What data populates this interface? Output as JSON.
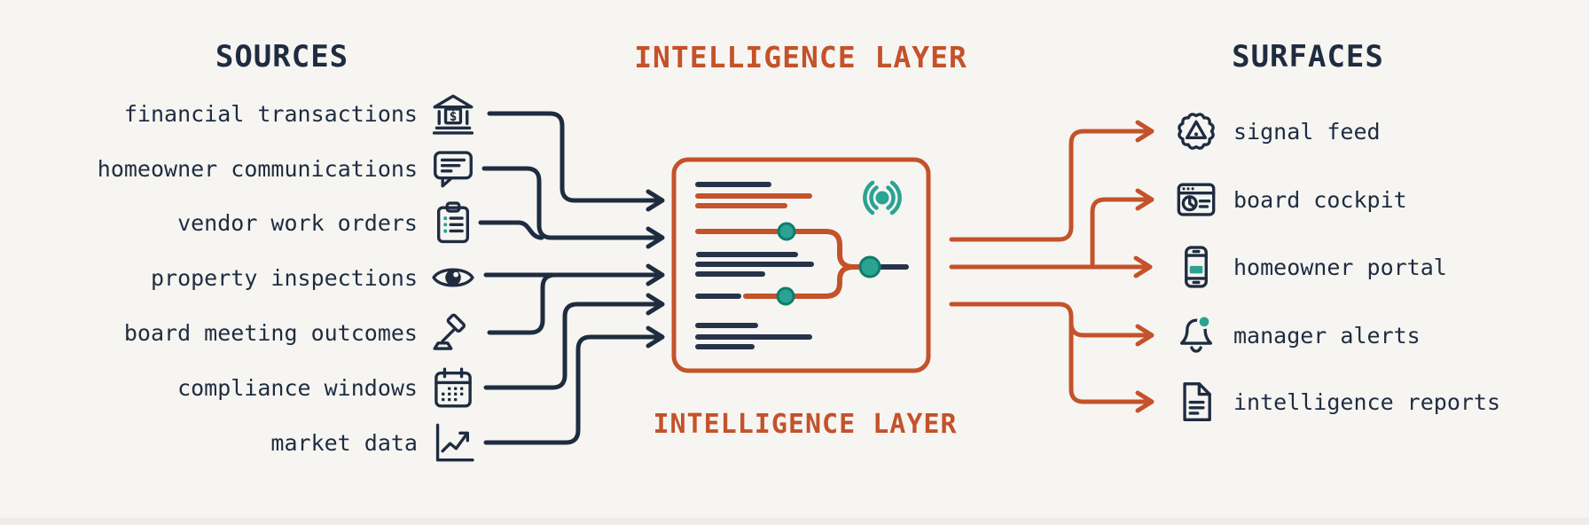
{
  "colors": {
    "background": "#f6f5f2",
    "navy": "#1f2c40",
    "orange": "#c4522a",
    "teal": "#2aa392",
    "teal_dark": "#0f7c6c"
  },
  "sources": {
    "title": "SOURCES",
    "items": [
      {
        "label": "financial transactions",
        "icon": "bank-icon"
      },
      {
        "label": "homeowner communications",
        "icon": "speech-bubble-icon"
      },
      {
        "label": "vendor work orders",
        "icon": "clipboard-checklist-icon"
      },
      {
        "label": "property inspections",
        "icon": "eye-icon"
      },
      {
        "label": "board meeting outcomes",
        "icon": "gavel-icon"
      },
      {
        "label": "compliance windows",
        "icon": "calendar-icon"
      },
      {
        "label": "market data",
        "icon": "trend-chart-icon"
      }
    ]
  },
  "intelligence": {
    "title_top": "INTELLIGENCE LAYER",
    "title_bottom": "INTELLIGENCE LAYER"
  },
  "surfaces": {
    "title": "SURFACES",
    "items": [
      {
        "label": "signal feed",
        "icon": "alert-badge-icon"
      },
      {
        "label": "board cockpit",
        "icon": "dashboard-window-icon"
      },
      {
        "label": "homeowner portal",
        "icon": "smartphone-icon"
      },
      {
        "label": "manager alerts",
        "icon": "bell-notification-icon"
      },
      {
        "label": "intelligence reports",
        "icon": "report-document-icon"
      }
    ]
  },
  "flow": {
    "source_groups_into_layer": [
      [
        "financial transactions"
      ],
      [
        "homeowner communications",
        "vendor work orders"
      ],
      [
        "property inspections",
        "board meeting outcomes"
      ],
      [
        "compliance windows"
      ],
      [
        "market data"
      ]
    ],
    "layer_outputs_to_surfaces": [
      [
        "signal feed"
      ],
      [
        "board cockpit",
        "homeowner portal"
      ],
      [
        "manager alerts",
        "intelligence reports"
      ]
    ]
  }
}
